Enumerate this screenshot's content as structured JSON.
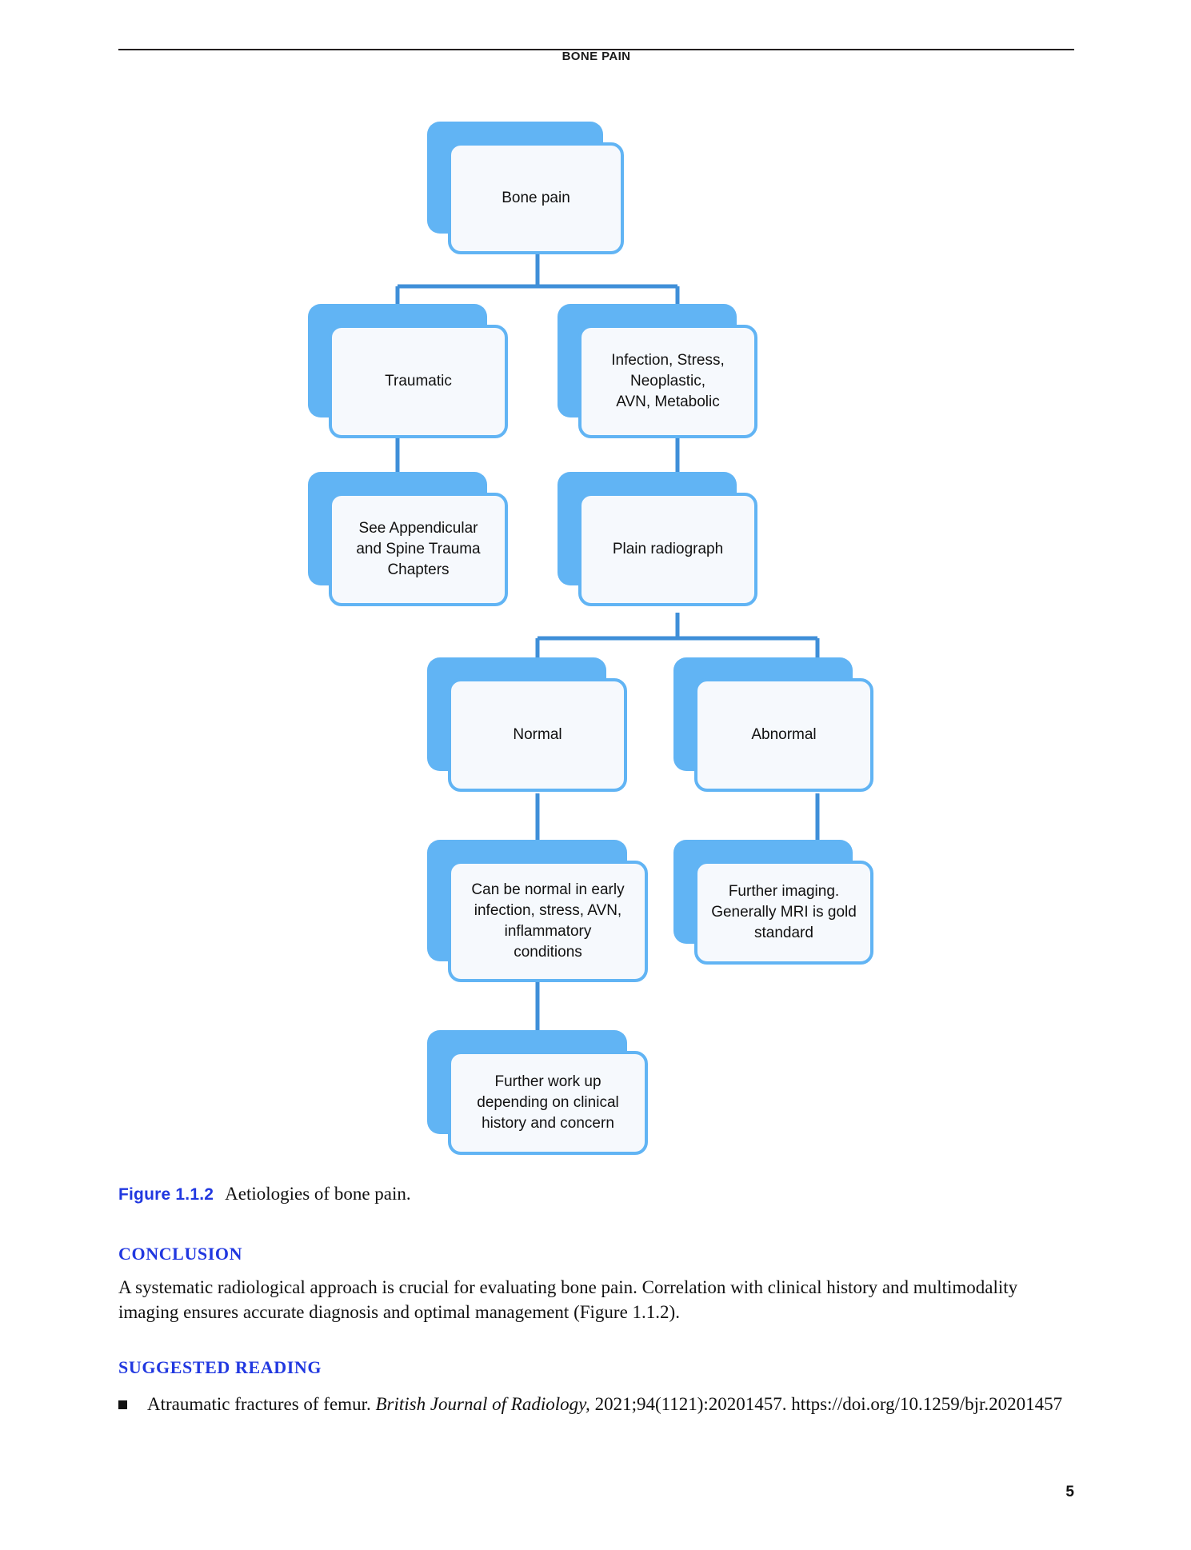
{
  "page": {
    "running_head": "BONE PAIN",
    "folio": "5"
  },
  "figure": {
    "number": "Figure 1.1.2",
    "caption": "Aetiologies of bone pain.",
    "nodes": [
      {
        "id": "bone-pain",
        "label": "Bone pain"
      },
      {
        "id": "traumatic",
        "label": "Traumatic"
      },
      {
        "id": "nontraumatic",
        "label": "Infection, Stress,\nNeoplastic,\nAVN, Metabolic"
      },
      {
        "id": "trauma-chapters",
        "label": "See Appendicular\nand Spine Trauma\nChapters"
      },
      {
        "id": "plain-radiograph",
        "label": "Plain radiograph"
      },
      {
        "id": "normal",
        "label": "Normal"
      },
      {
        "id": "abnormal",
        "label": "Abnormal"
      },
      {
        "id": "normal-early",
        "label": "Can be normal in early\ninfection, stress, AVN,\ninflammatory\nconditions"
      },
      {
        "id": "further-imaging",
        "label": "Further imaging.\nGenerally MRI is gold\nstandard"
      },
      {
        "id": "further-workup",
        "label": "Further work up\ndepending on clinical\nhistory and concern"
      }
    ],
    "colors": {
      "box_fill": "#f6f9fd",
      "box_border": "#61b4f4",
      "box_shadow": "#61b4f4",
      "connector": "#3f8fd8"
    }
  },
  "conclusion": {
    "heading": "CONCLUSION",
    "paragraph": "A systematic radiological approach is crucial for evaluating bone pain. Correlation with clinical history and multimodality imaging ensures accurate diagnosis and optimal management (Figure 1.1.2)."
  },
  "suggested_reading": {
    "heading": "SUGGESTED READING",
    "items": [
      {
        "title": "Atraumatic fractures of femur.",
        "journal": "British Journal of Radiology,",
        "citation": "2021;94(1121):20201457. https://doi.org/10.1259/bjr.20201457"
      }
    ]
  }
}
